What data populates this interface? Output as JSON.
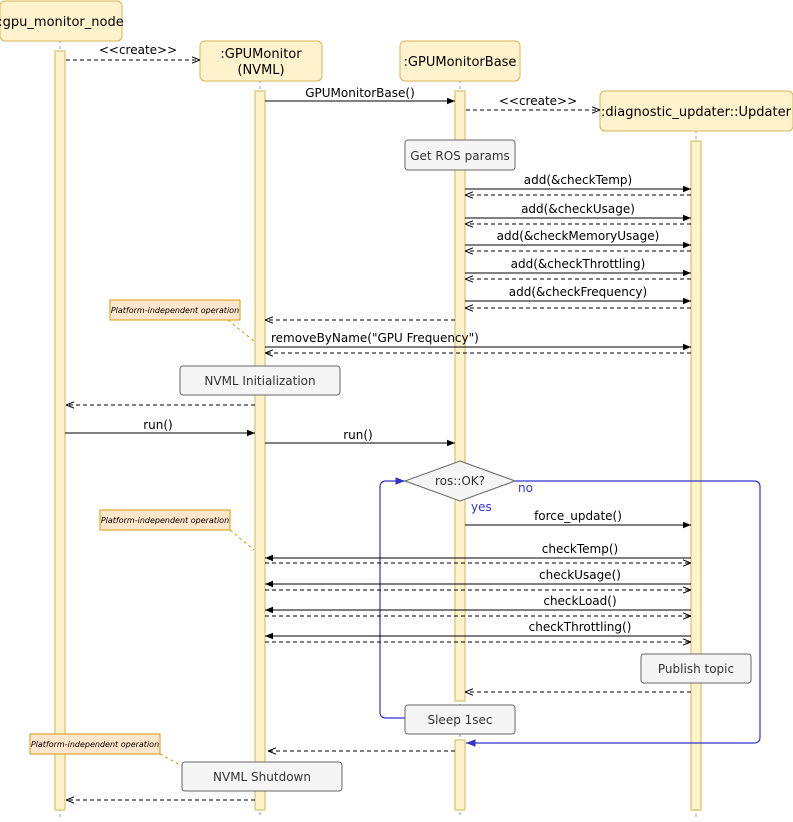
{
  "participants": {
    "node": ":gpu_monitor_node",
    "gpu_monitor_line1": ":GPUMonitor",
    "gpu_monitor_line2": "(NVML)",
    "base": ":GPUMonitorBase",
    "updater": ":diagnostic_updater::Updater"
  },
  "messages": {
    "create1": "<<create>>",
    "ctor": "GPUMonitorBase()",
    "create2": "<<create>>",
    "add_temp": "add(&checkTemp)",
    "add_usage": "add(&checkUsage)",
    "add_mem": "add(&checkMemoryUsage)",
    "add_throttle": "add(&checkThrottling)",
    "add_freq": "add(&checkFrequency)",
    "remove": "removeByName(\"GPU Frequency\")",
    "run1": "run()",
    "run2": "run()",
    "force_update": "force_update()",
    "check_temp": "checkTemp()",
    "check_usage": "checkUsage()",
    "check_load": "checkLoad()",
    "check_throttle": "checkThrottling()"
  },
  "actions": {
    "get_params": "Get ROS params",
    "nvml_init": "NVML Initialization",
    "publish": "Publish topic",
    "sleep": "Sleep 1sec",
    "nvml_shutdown": "NVML Shutdown"
  },
  "decision": {
    "label": "ros::OK?",
    "no": "no",
    "yes": "yes"
  },
  "notes": {
    "note1": "Platform-independent operation",
    "note2": "Platform-independent operation",
    "note3": "Platform-independent operation"
  }
}
